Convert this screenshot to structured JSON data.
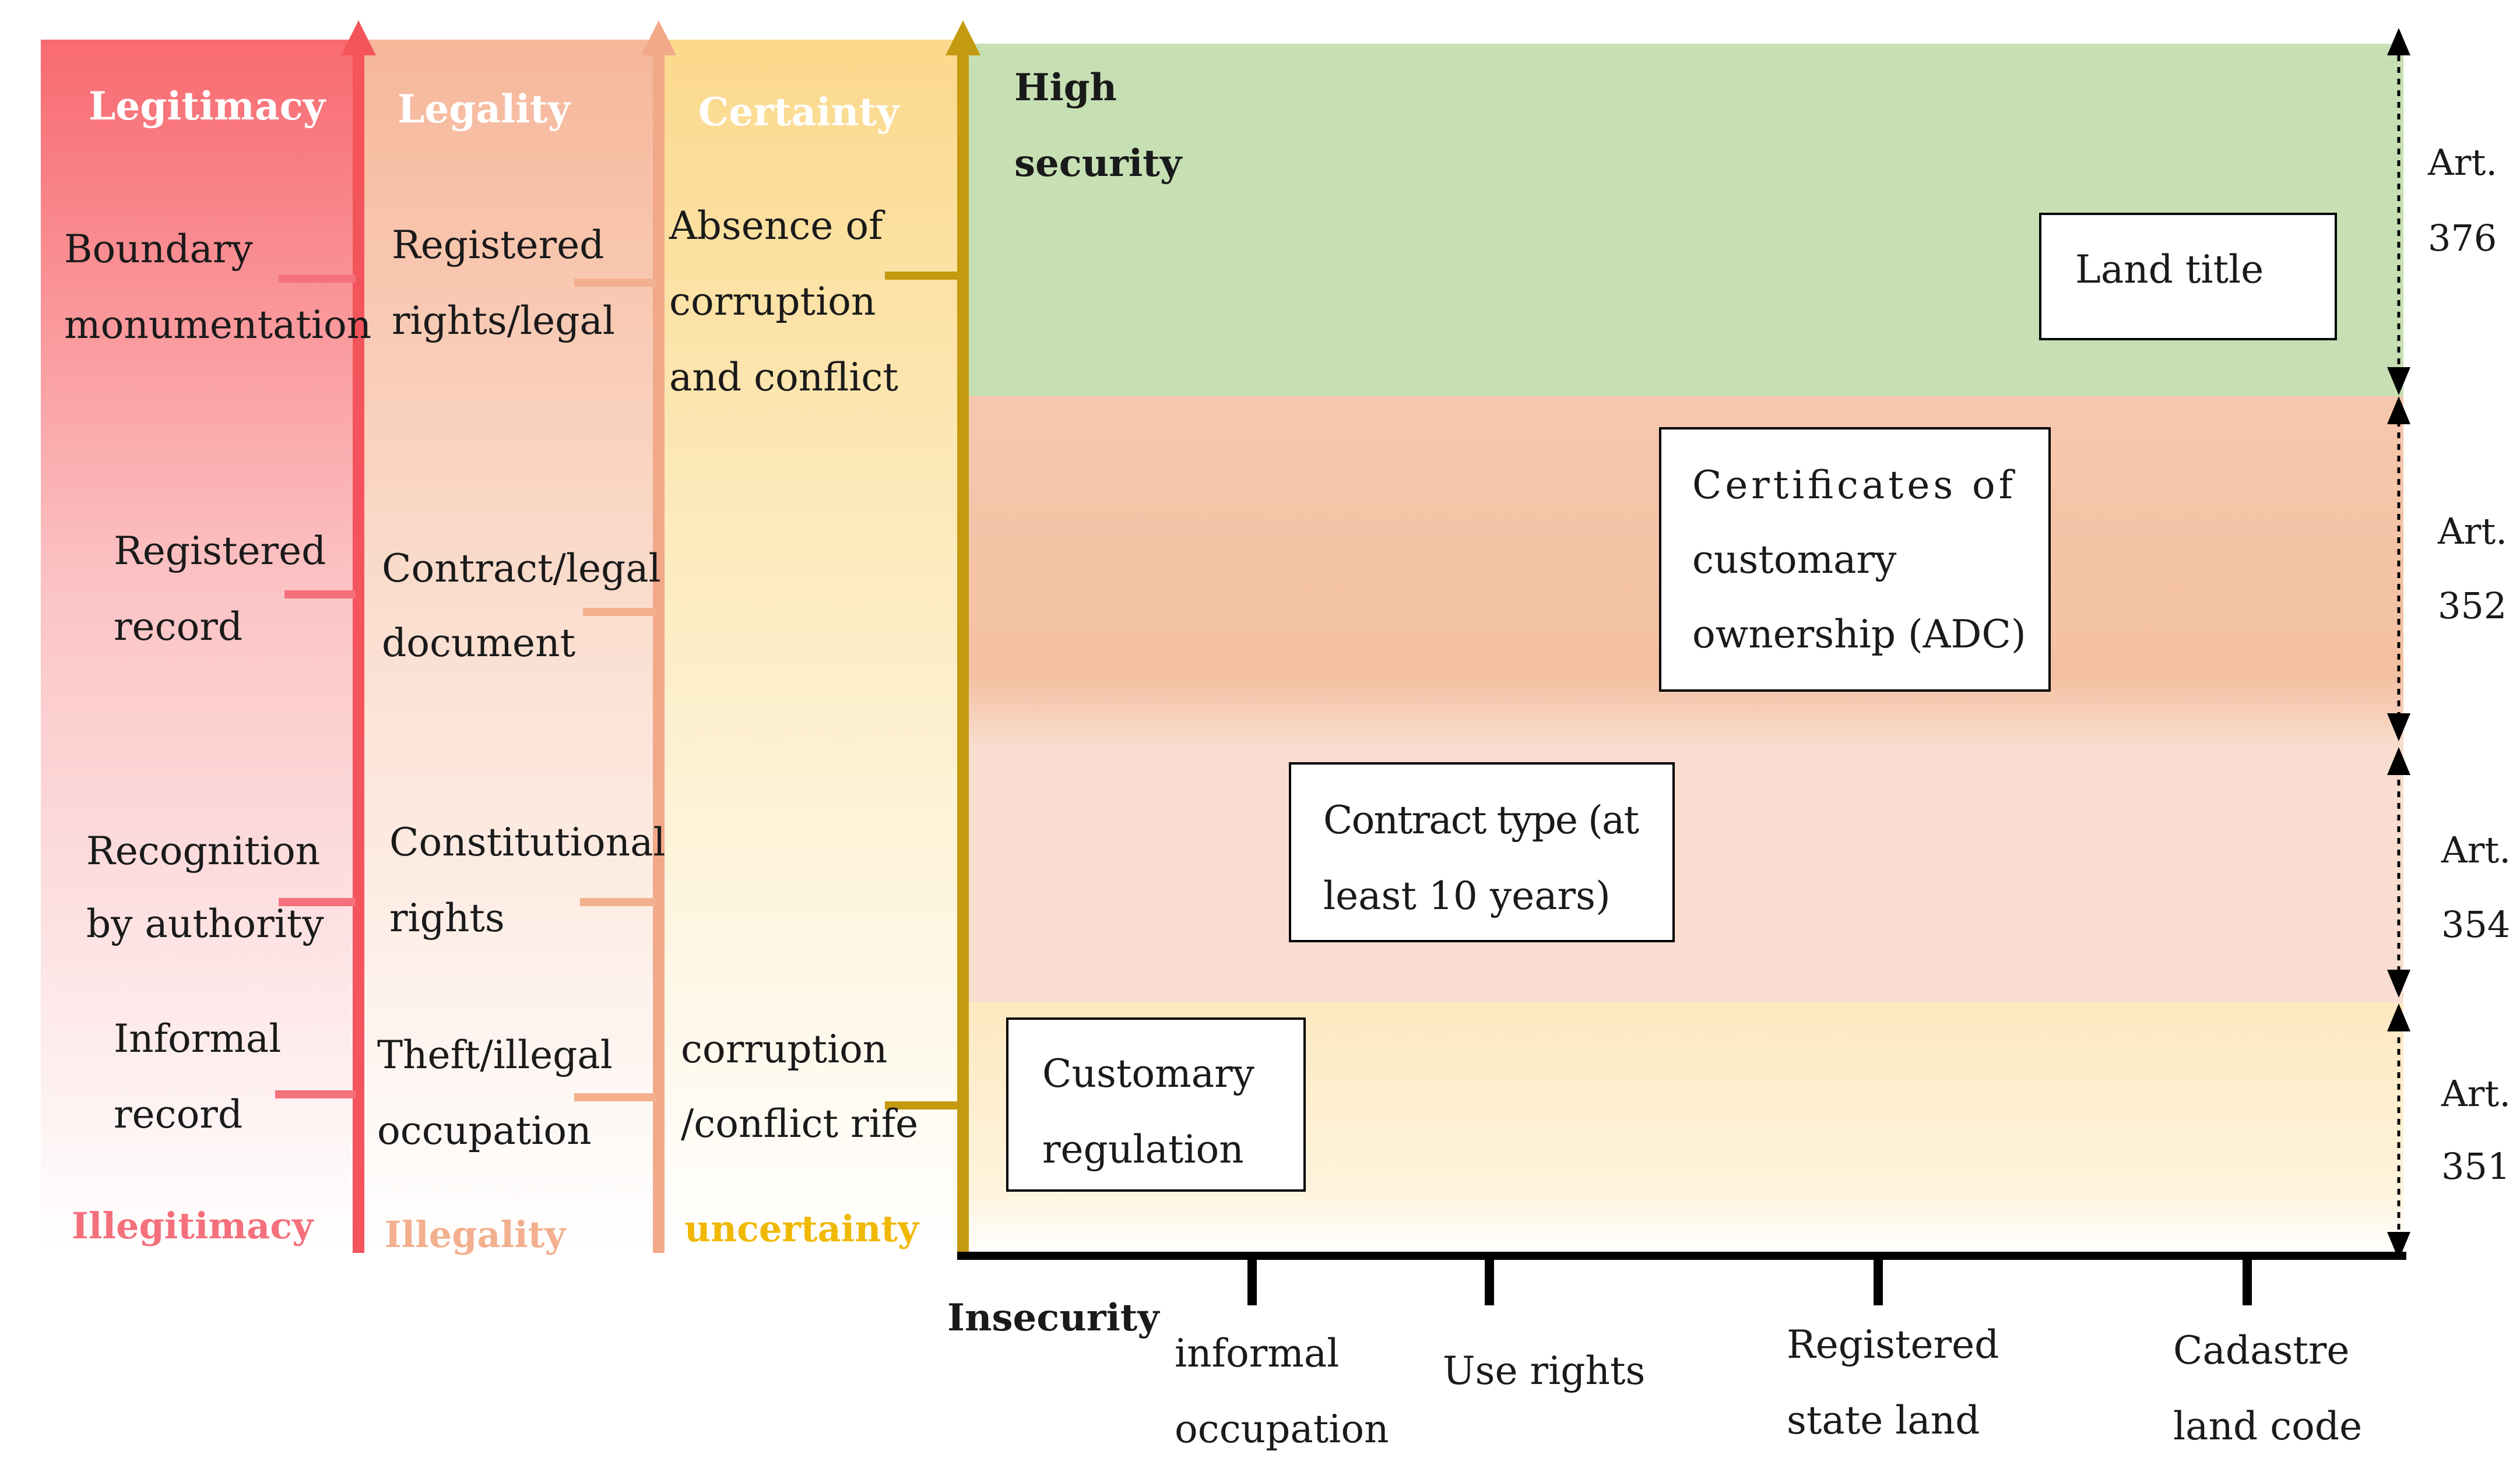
{
  "colors": {
    "legitimacy": "#f4545c",
    "legality": "#f2a98a",
    "certainty": "#f7cf7a",
    "security_axis": "#c49a10",
    "band_high": "#c6e0b4",
    "band_mid_high": "#f4c3a6",
    "band_mid_low": "#f8ddd0",
    "band_low": "#fdebc4",
    "legitimacy_footer": "#f4707c",
    "legality_footer": "#f2b08e",
    "certainty_footer": "#f0b800"
  },
  "columns": [
    {
      "id": "legitimacy",
      "header": "Legitimacy",
      "footer": "Illegitimacy",
      "items": [
        [
          "Boundary",
          "monumentation"
        ],
        [
          "Registered",
          "record"
        ],
        [
          "Recognition",
          "by authority"
        ],
        [
          "Informal",
          "record"
        ]
      ]
    },
    {
      "id": "legality",
      "header": "Legality",
      "footer": "Illegality",
      "items": [
        [
          "Registered",
          "rights/legal"
        ],
        [
          "Contract/legal",
          "document"
        ],
        [
          "Constitutional",
          "rights"
        ],
        [
          "Theft/illegal",
          "occupation"
        ]
      ]
    },
    {
      "id": "certainty",
      "header": "Certainty",
      "footer": "uncertainty",
      "items": [
        [
          "Absence of",
          "corruption",
          "and conflict"
        ],
        [
          "corruption",
          "/conflict rife"
        ]
      ]
    }
  ],
  "security_axis": {
    "top_label": [
      "High",
      "security"
    ],
    "bottom_label": "Insecurity"
  },
  "x_axis_labels": [
    [
      "informal",
      "occupation"
    ],
    [
      "Use rights"
    ],
    [
      "Registered",
      "state land"
    ],
    [
      "Cadastre",
      "land code"
    ]
  ],
  "boxes": [
    [
      "Land title"
    ],
    [
      "Certificates of",
      "customary",
      "ownership (ADC)"
    ],
    [
      "Contract type (at",
      "least 10 years)"
    ],
    [
      "Customary",
      "regulation"
    ]
  ],
  "articles": [
    [
      "Art.",
      "376"
    ],
    [
      "Art.",
      "352"
    ],
    [
      "Art.",
      "354"
    ],
    [
      "Art.",
      "351"
    ]
  ]
}
